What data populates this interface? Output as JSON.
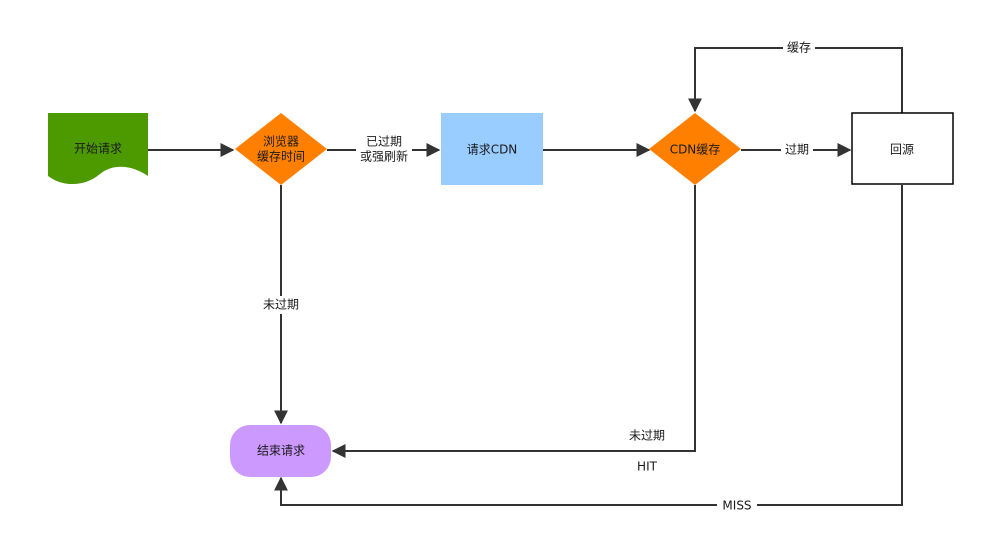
{
  "colors": {
    "start_fill": "#4d9900",
    "decision_fill": "#ff8000",
    "cdn_request_fill": "#99ccff",
    "end_fill": "#cc99ff",
    "origin_fill": "#ffffff",
    "edge_color": "#333333"
  },
  "nodes": {
    "start": "开始请求",
    "browser_cache_line1": "浏览器",
    "browser_cache_line2": "缓存时间",
    "request_cdn": "请求CDN",
    "cdn_cache": "CDN缓存",
    "origin": "回源",
    "end": "结束请求"
  },
  "edges": {
    "expired_or_refresh_line1": "已过期",
    "expired_or_refresh_line2": "或强刷新",
    "browser_not_expired": "未过期",
    "cdn_expired": "过期",
    "origin_cache": "缓存",
    "cdn_not_expired": "未过期",
    "cdn_hit": "HIT",
    "origin_miss": "MISS"
  }
}
